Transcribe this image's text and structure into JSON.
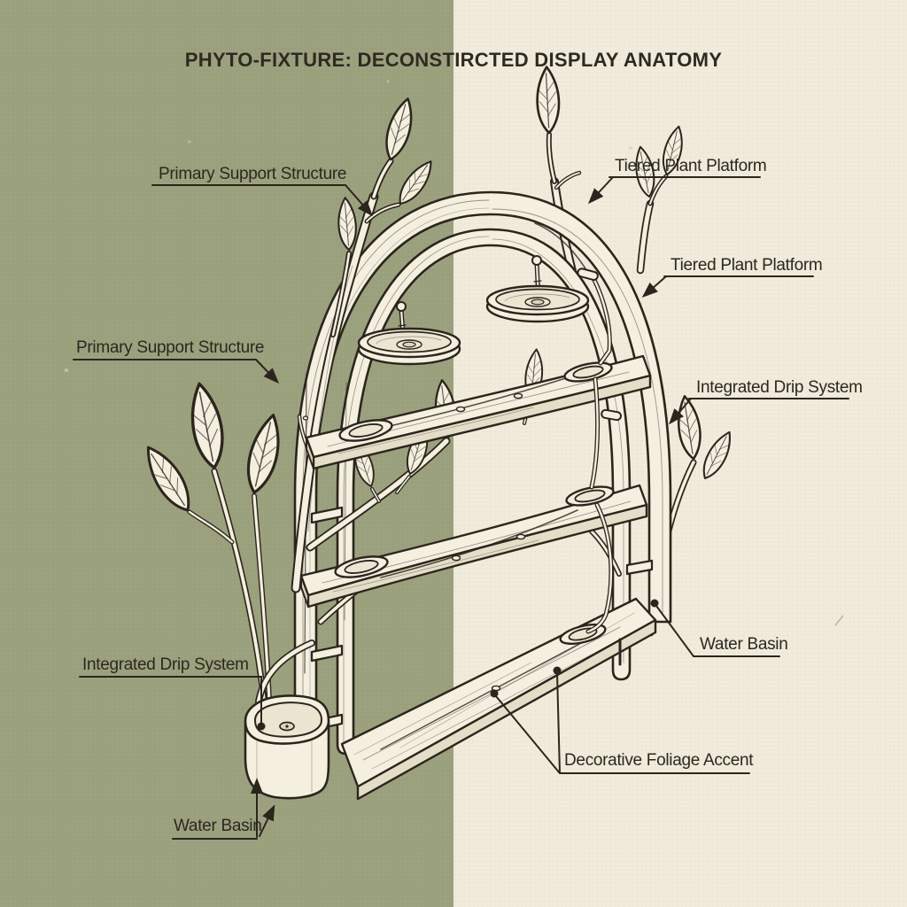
{
  "title": "PHYTO-FIXTURE: DECONSTIRCTED DISPLAY ANATOMY",
  "diagram_subject": "Arched branch-style tiered plant display stand, split-tone technical illustration",
  "background": {
    "left_half": "#9aa07c",
    "right_half": "#f0ebda"
  },
  "palette": {
    "line": "#2b251d",
    "wood_fill": "#f4efdf",
    "wood_shade": "#e4ddc7",
    "dish_fill": "#ece5d1",
    "label_text": "#2c2720"
  },
  "labels": [
    {
      "id": "primary-support-top",
      "text": "Primary Support Structure"
    },
    {
      "id": "tiered-platform-top",
      "text": "Tiered Plant Platform"
    },
    {
      "id": "tiered-platform-right",
      "text": "Tiered Plant Platform"
    },
    {
      "id": "integrated-drip-right",
      "text": "Integrated Drip System"
    },
    {
      "id": "water-basin-right",
      "text": "Water Basin"
    },
    {
      "id": "decorative-foliage",
      "text": "Decorative Foliage Accent"
    },
    {
      "id": "primary-support-left",
      "text": "Primary Support Structure"
    },
    {
      "id": "integrated-drip-left",
      "text": "Integrated Drip System"
    },
    {
      "id": "water-basin-left",
      "text": "Water Basin"
    }
  ],
  "parts_annotated": [
    "Primary Support Structure",
    "Tiered Plant Platform",
    "Integrated Drip System",
    "Water Basin",
    "Decorative Foliage Accent"
  ]
}
